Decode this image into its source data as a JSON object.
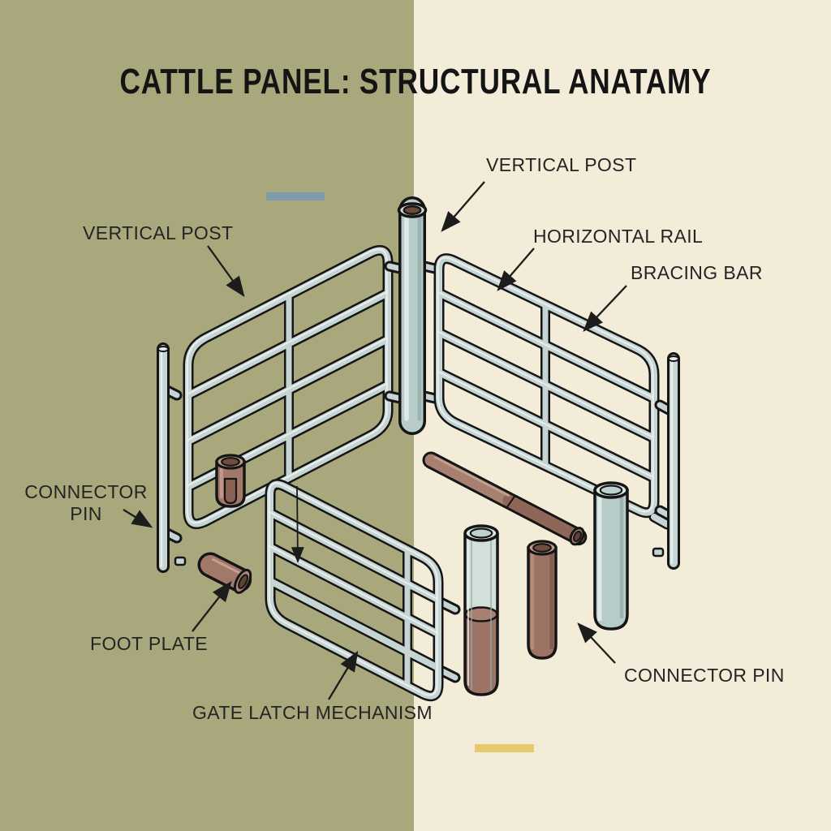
{
  "title": "CATTLE PANEL: STRUCTURAL ANATAMY",
  "labels": {
    "vertical_post_left": "VERTICAL POST",
    "vertical_post_right": "VERTICAL POST",
    "horizontal_rail": "HORIZONTAL RAIL",
    "bracing_bar": "BRACING BAR",
    "connector_pin_left": "CONNECTOR PIN",
    "foot_plate": "FOOT PLATE",
    "gate_latch_mechanism": "GATE LATCH MECHANISM",
    "connector_pin_right": "CONNECTOR PIN"
  },
  "colors": {
    "background_left": "#a8a87c",
    "background_right": "#f3ecd9",
    "metal_tube": "#c6d5d3",
    "metal_post": "#b7ccc9",
    "pin_brown": "#a17869",
    "pin_brown_dark": "#8f6758",
    "glass_tube": "#cfdeda",
    "outline": "#151515",
    "label_text": "#242424",
    "accent_blue_bar": "#7d99ac",
    "accent_yellow_bar": "#e6ca6d"
  }
}
